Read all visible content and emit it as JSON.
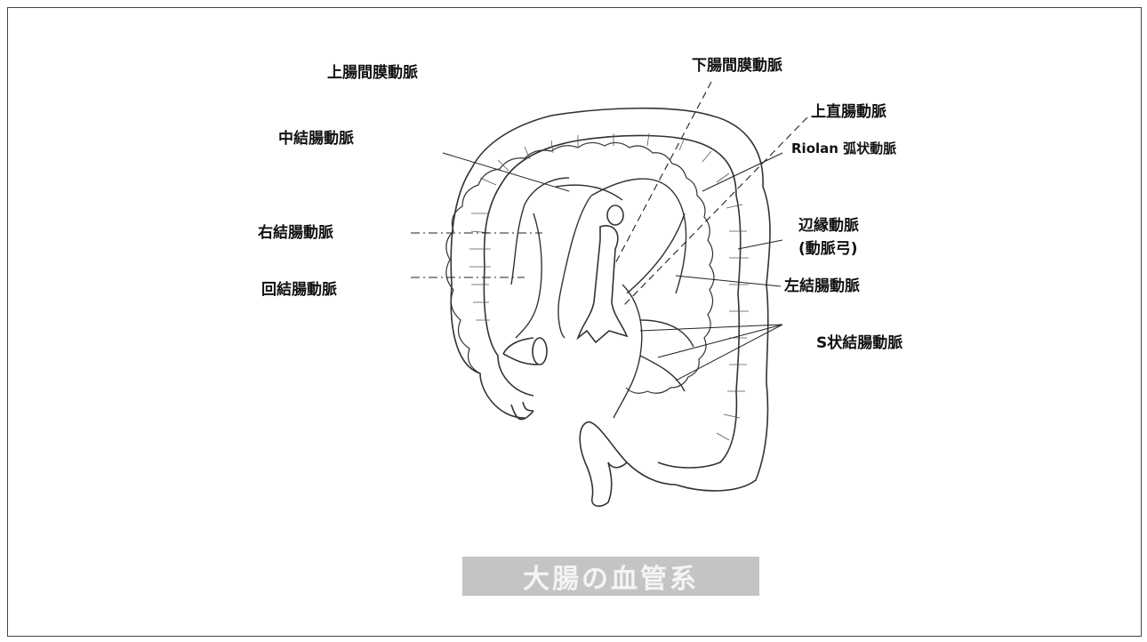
{
  "labels": {
    "sma": "上腸間膜動脈",
    "ima": "下腸間膜動脈",
    "superior_rectal": "上直腸動脈",
    "middle_colic": "中結腸動脈",
    "riolan": "Riolan 弧状動脈",
    "right_colic": "右結腸動脈",
    "marginal": "辺縁動脈",
    "marginal_sub": "(動脈弓)",
    "ileocolic": "回結腸動脈",
    "left_colic": "左結腸動脈",
    "sigmoid": "S状結腸動脈"
  },
  "caption": "大腸の血管系"
}
